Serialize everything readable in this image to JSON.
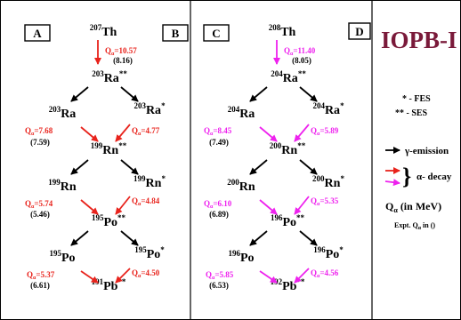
{
  "title": "IOPB-I",
  "colors": {
    "title": "#7a1a3a",
    "red": "#e8231c",
    "magenta": "#ee22ee",
    "black": "#000000"
  },
  "panels": [
    {
      "label": "A"
    },
    {
      "label": "B"
    },
    {
      "label": "C"
    },
    {
      "label": "D"
    }
  ],
  "left_chain": {
    "nuclei": [
      {
        "a": "207",
        "el": "Th",
        "mark": ""
      },
      {
        "a": "203",
        "el": "Ra",
        "mark": "**"
      },
      {
        "a": "203",
        "el": "Ra",
        "mark": ""
      },
      {
        "a": "203",
        "el": "Ra",
        "mark": "*"
      },
      {
        "a": "199",
        "el": "Rn",
        "mark": "**"
      },
      {
        "a": "199",
        "el": "Rn",
        "mark": ""
      },
      {
        "a": "199",
        "el": "Rn",
        "mark": "*"
      },
      {
        "a": "195",
        "el": "Po",
        "mark": "**"
      },
      {
        "a": "195",
        "el": "Po",
        "mark": ""
      },
      {
        "a": "195",
        "el": "Po",
        "mark": "*"
      },
      {
        "a": "191",
        "el": "Pb",
        "mark": "**"
      }
    ],
    "q_values": [
      "10.57",
      "7.68",
      "4.77",
      "5.74",
      "4.84",
      "5.37",
      "4.50"
    ],
    "expt": [
      "(8.16)",
      "(7.59)",
      "(5.46)",
      "(6.61)"
    ]
  },
  "right_chain": {
    "nuclei": [
      {
        "a": "208",
        "el": "Th",
        "mark": ""
      },
      {
        "a": "204",
        "el": "Ra",
        "mark": "**"
      },
      {
        "a": "204",
        "el": "Ra",
        "mark": ""
      },
      {
        "a": "204",
        "el": "Ra",
        "mark": "*"
      },
      {
        "a": "200",
        "el": "Rn",
        "mark": "**"
      },
      {
        "a": "200",
        "el": "Rn",
        "mark": ""
      },
      {
        "a": "200",
        "el": "Rn",
        "mark": "*"
      },
      {
        "a": "196",
        "el": "Po",
        "mark": "**"
      },
      {
        "a": "196",
        "el": "Po",
        "mark": ""
      },
      {
        "a": "196",
        "el": "Po",
        "mark": "*"
      },
      {
        "a": "192",
        "el": "Pb",
        "mark": "**"
      }
    ],
    "q_values": [
      "11.40",
      "8.45",
      "5.89",
      "6.10",
      "5.35",
      "5.85",
      "4.56"
    ],
    "expt": [
      "(8.05)",
      "(7.49)",
      "(6.89)",
      "(6.53)"
    ]
  },
  "q_symbol": "Q",
  "q_sub": "α",
  "legend": {
    "fes": "* - FES",
    "ses": "** - SES",
    "gamma": "γ-emission",
    "alpha": "α- decay",
    "q_unit": "(in MeV)",
    "expt_prefix": "Expt. Q",
    "expt_suffix": " in ()"
  }
}
